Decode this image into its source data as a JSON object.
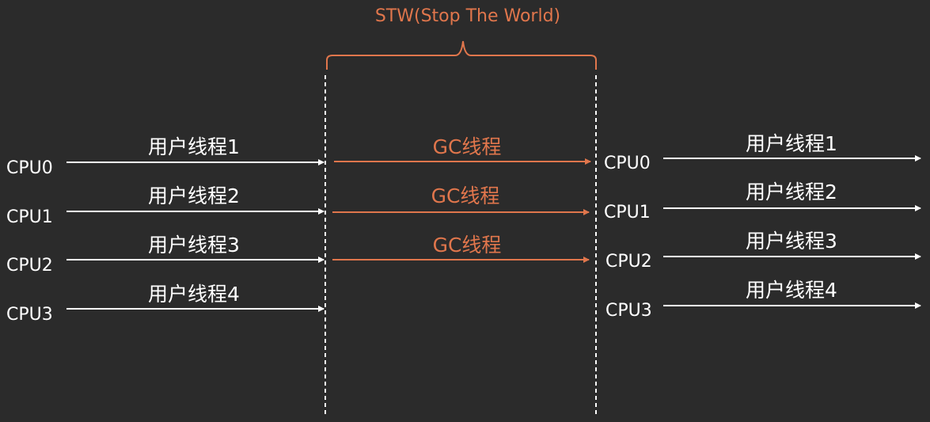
{
  "title": "STW(Stop The World)",
  "left_rows": [
    {
      "cpu": "CPU0",
      "thread": "用户线程1"
    },
    {
      "cpu": "CPU1",
      "thread": "用户线程2"
    },
    {
      "cpu": "CPU2",
      "thread": "用户线程3"
    },
    {
      "cpu": "CPU3",
      "thread": "用户线程4"
    }
  ],
  "gc_rows": [
    {
      "label": "GC线程"
    },
    {
      "label": "GC线程"
    },
    {
      "label": "GC线程"
    }
  ],
  "right_rows": [
    {
      "cpu": "CPU0",
      "thread": "用户线程1"
    },
    {
      "cpu": "CPU1",
      "thread": "用户线程2"
    },
    {
      "cpu": "CPU2",
      "thread": "用户线程3"
    },
    {
      "cpu": "CPU3",
      "thread": "用户线程4"
    }
  ],
  "colors": {
    "background": "#2b2b2b",
    "text": "#ffffff",
    "accent": "#e0764c",
    "divider": "#ffffff"
  }
}
